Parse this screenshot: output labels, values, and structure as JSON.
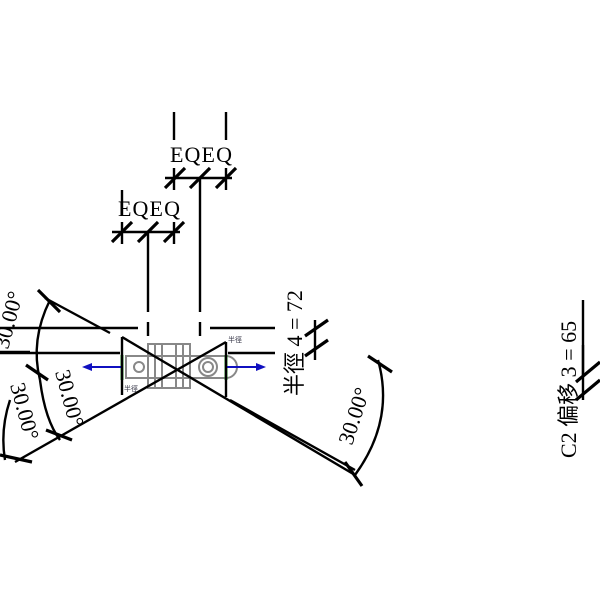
{
  "dimensions": {
    "eq_label_1": "EQEQ",
    "eq_label_2": "EQEQ",
    "radius_label": "半徑 4 = 72",
    "offset_label": "C2 偏移 3 = 65",
    "angle_labels": [
      "30.00°",
      "30.00°",
      "30.00°",
      "30.00°"
    ]
  },
  "fitting": {
    "connector_label_top": "半徑",
    "connector_label_bottom": "半徑"
  },
  "colors": {
    "flow_arrow": "#1010c0",
    "connector_green": "#20a020",
    "connector_red": "#d02020",
    "fitting_gray": "#888888"
  }
}
